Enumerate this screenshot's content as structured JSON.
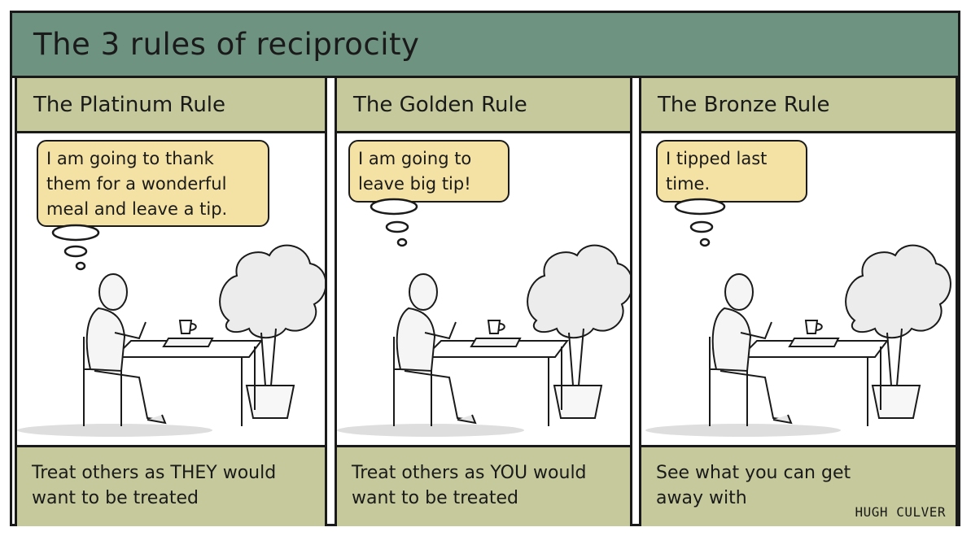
{
  "title": "The 3 rules of reciprocity",
  "panels": [
    {
      "header": "The Platinum Rule",
      "thought": "I am going to thank them for a wonderful meal and leave a tip.",
      "caption": "Treat others as THEY would want to be treated"
    },
    {
      "header": "The Golden Rule",
      "thought": "I am going to leave big tip!",
      "caption": "Treat others as YOU would want to be treated"
    },
    {
      "header": "The Bronze Rule",
      "thought": "I tipped last time.",
      "caption": "See what you can get away with"
    }
  ],
  "signature": "HUGH CULVER",
  "colors": {
    "title_bar": "#6e9381",
    "panel_band": "#c5c99b",
    "thought_bubble": "#f4e2a4",
    "ink": "#1a1a1a"
  }
}
